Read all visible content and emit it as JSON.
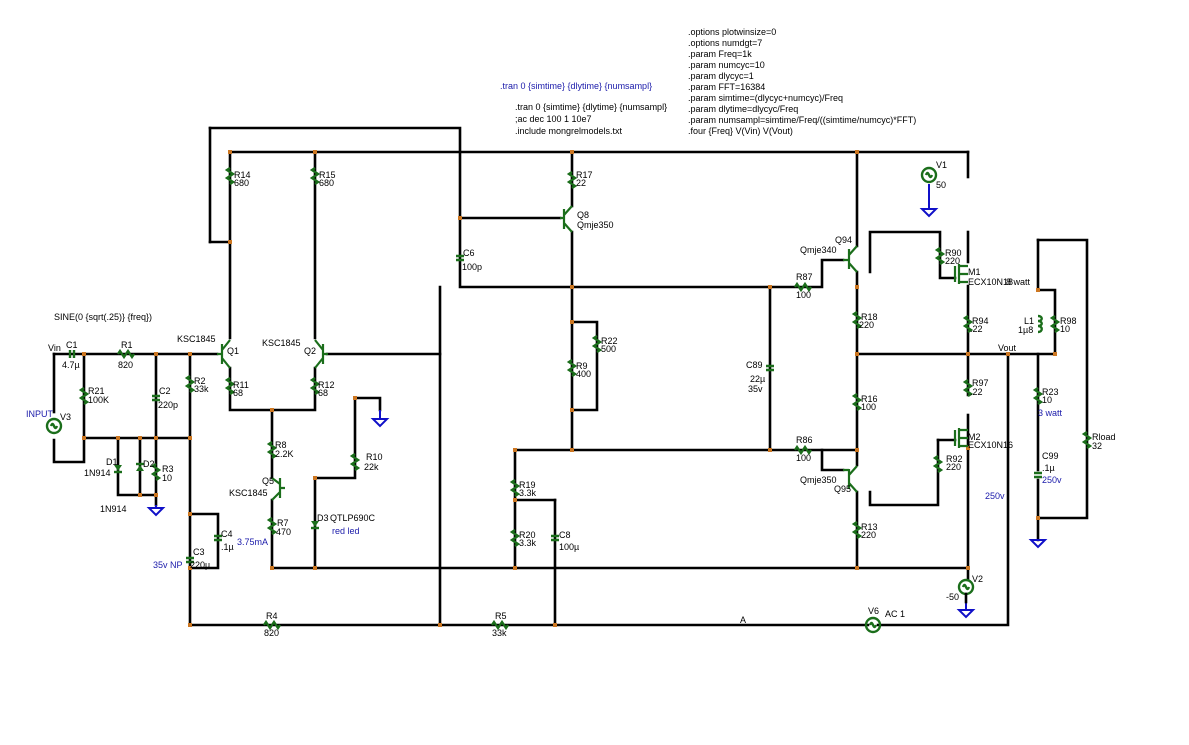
{
  "directives": {
    "tran_blue": ".tran 0 {simtime} {dlytime} {numsampl}",
    "block": [
      ".tran 0 {simtime} {dlytime} {numsampl}",
      ";ac dec 100 1 10e7",
      ".include mongrelmodels.txt"
    ],
    "params": [
      ".options plotwinsize=0",
      ".options numdgt=7",
      ".param Freq=1k",
      ".param numcyc=10",
      ".param dlycyc=1",
      ".param FFT=16384",
      ".param simtime=(dlycyc+numcyc)/Freq",
      ".param dlytime=dlycyc/Freq",
      ".param numsampl=simtime/Freq/((simtime/numcyc)*FFT)",
      ".four {Freq} V(Vin) V(Vout)"
    ]
  },
  "source_spec": "SINE(0 {sqrt(.25)} {freq})",
  "labels": {
    "R14": "R14",
    "R14v": "680",
    "R15": "R15",
    "R15v": "680",
    "R17": "R17",
    "R17v": "22",
    "Q8": "Q8",
    "Q8v": "Qmje350",
    "C6": "C6",
    "C6v": "100p",
    "V1": "V1",
    "V1v": "50",
    "Q94": "Q94",
    "Q94v": "Qmje340",
    "R90": "R90",
    "R90v": "220",
    "M1": "M1",
    "M1v": "ECX10N18",
    "watt8": "8 watt",
    "R87": "R87",
    "R87v": "100",
    "C1": "C1",
    "C1v": "4.7µ",
    "R1": "R1",
    "R1v": "820",
    "KSC1": "KSC1845",
    "Q1": "Q1",
    "KSC2": "KSC1845",
    "Q2": "Q2",
    "R22": "R22",
    "R22v": "500",
    "R18": "R18",
    "R18v": "220",
    "R94": "R94",
    "R94v": ".22",
    "L1": "L1",
    "L1v": "1µ8",
    "R98": "R98",
    "R98v": "10",
    "Vin": "Vin",
    "R21": "R21",
    "R21v": "100K",
    "C2": "C2",
    "C2v": "220p",
    "R2": "R2",
    "R2v": "33k",
    "R11": "R11",
    "R11v": "68",
    "R12": "R12",
    "R12v": "68",
    "R9": "R9",
    "R9v": "400",
    "C89": "C89",
    "C89v": "22µ",
    "C89r": "35v",
    "Vout": "Vout",
    "R16": "R16",
    "R16v": "100",
    "R97": "R97",
    "R97v": ".22",
    "R23": "R23",
    "R23v": "10",
    "watt3": "3 watt",
    "INPUT": "INPUT",
    "V3": "V3",
    "R8": "R8",
    "R8v": "2.2K",
    "R10": "R10",
    "R10v": "22k",
    "M2": "M2",
    "M2v": "ECX10N16",
    "Rload": "Rload",
    "Rloadv": "32",
    "D1": "D1",
    "D1v": "1N914",
    "D2": "D2",
    "R3": "R3",
    "R3v": "10",
    "R86": "R86",
    "R86v": "100",
    "R92": "R92",
    "R92v": "220",
    "C99": "C99",
    "C99v": ".1µ",
    "C99r": "250v",
    "Q5": "Q5",
    "KSC5": "KSC1845",
    "R19": "R19",
    "R19v": "3.3k",
    "Q95": "Q95",
    "Q95v": "Qmje350",
    "v250": "250v",
    "D1b": "1N914",
    "D3": "D3",
    "D3v": "QTLP690C",
    "D3r": "red led",
    "R7": "R7",
    "R7v": "470",
    "I": "3.75mA",
    "C4": "C4",
    "C4v": ".1µ",
    "R20": "R20",
    "R20v": "3.3k",
    "C8": "C8",
    "C8v": "100µ",
    "R13": "R13",
    "R13v": "220",
    "C3": "C3",
    "C3v": "220µ",
    "C3r": "35v  NP",
    "V2": "V2",
    "V2v": "-50",
    "V6": "V6",
    "V6v": "AC 1",
    "R4": "R4",
    "R4v": "820",
    "R5": "R5",
    "R5v": "33k",
    "A": "A"
  }
}
